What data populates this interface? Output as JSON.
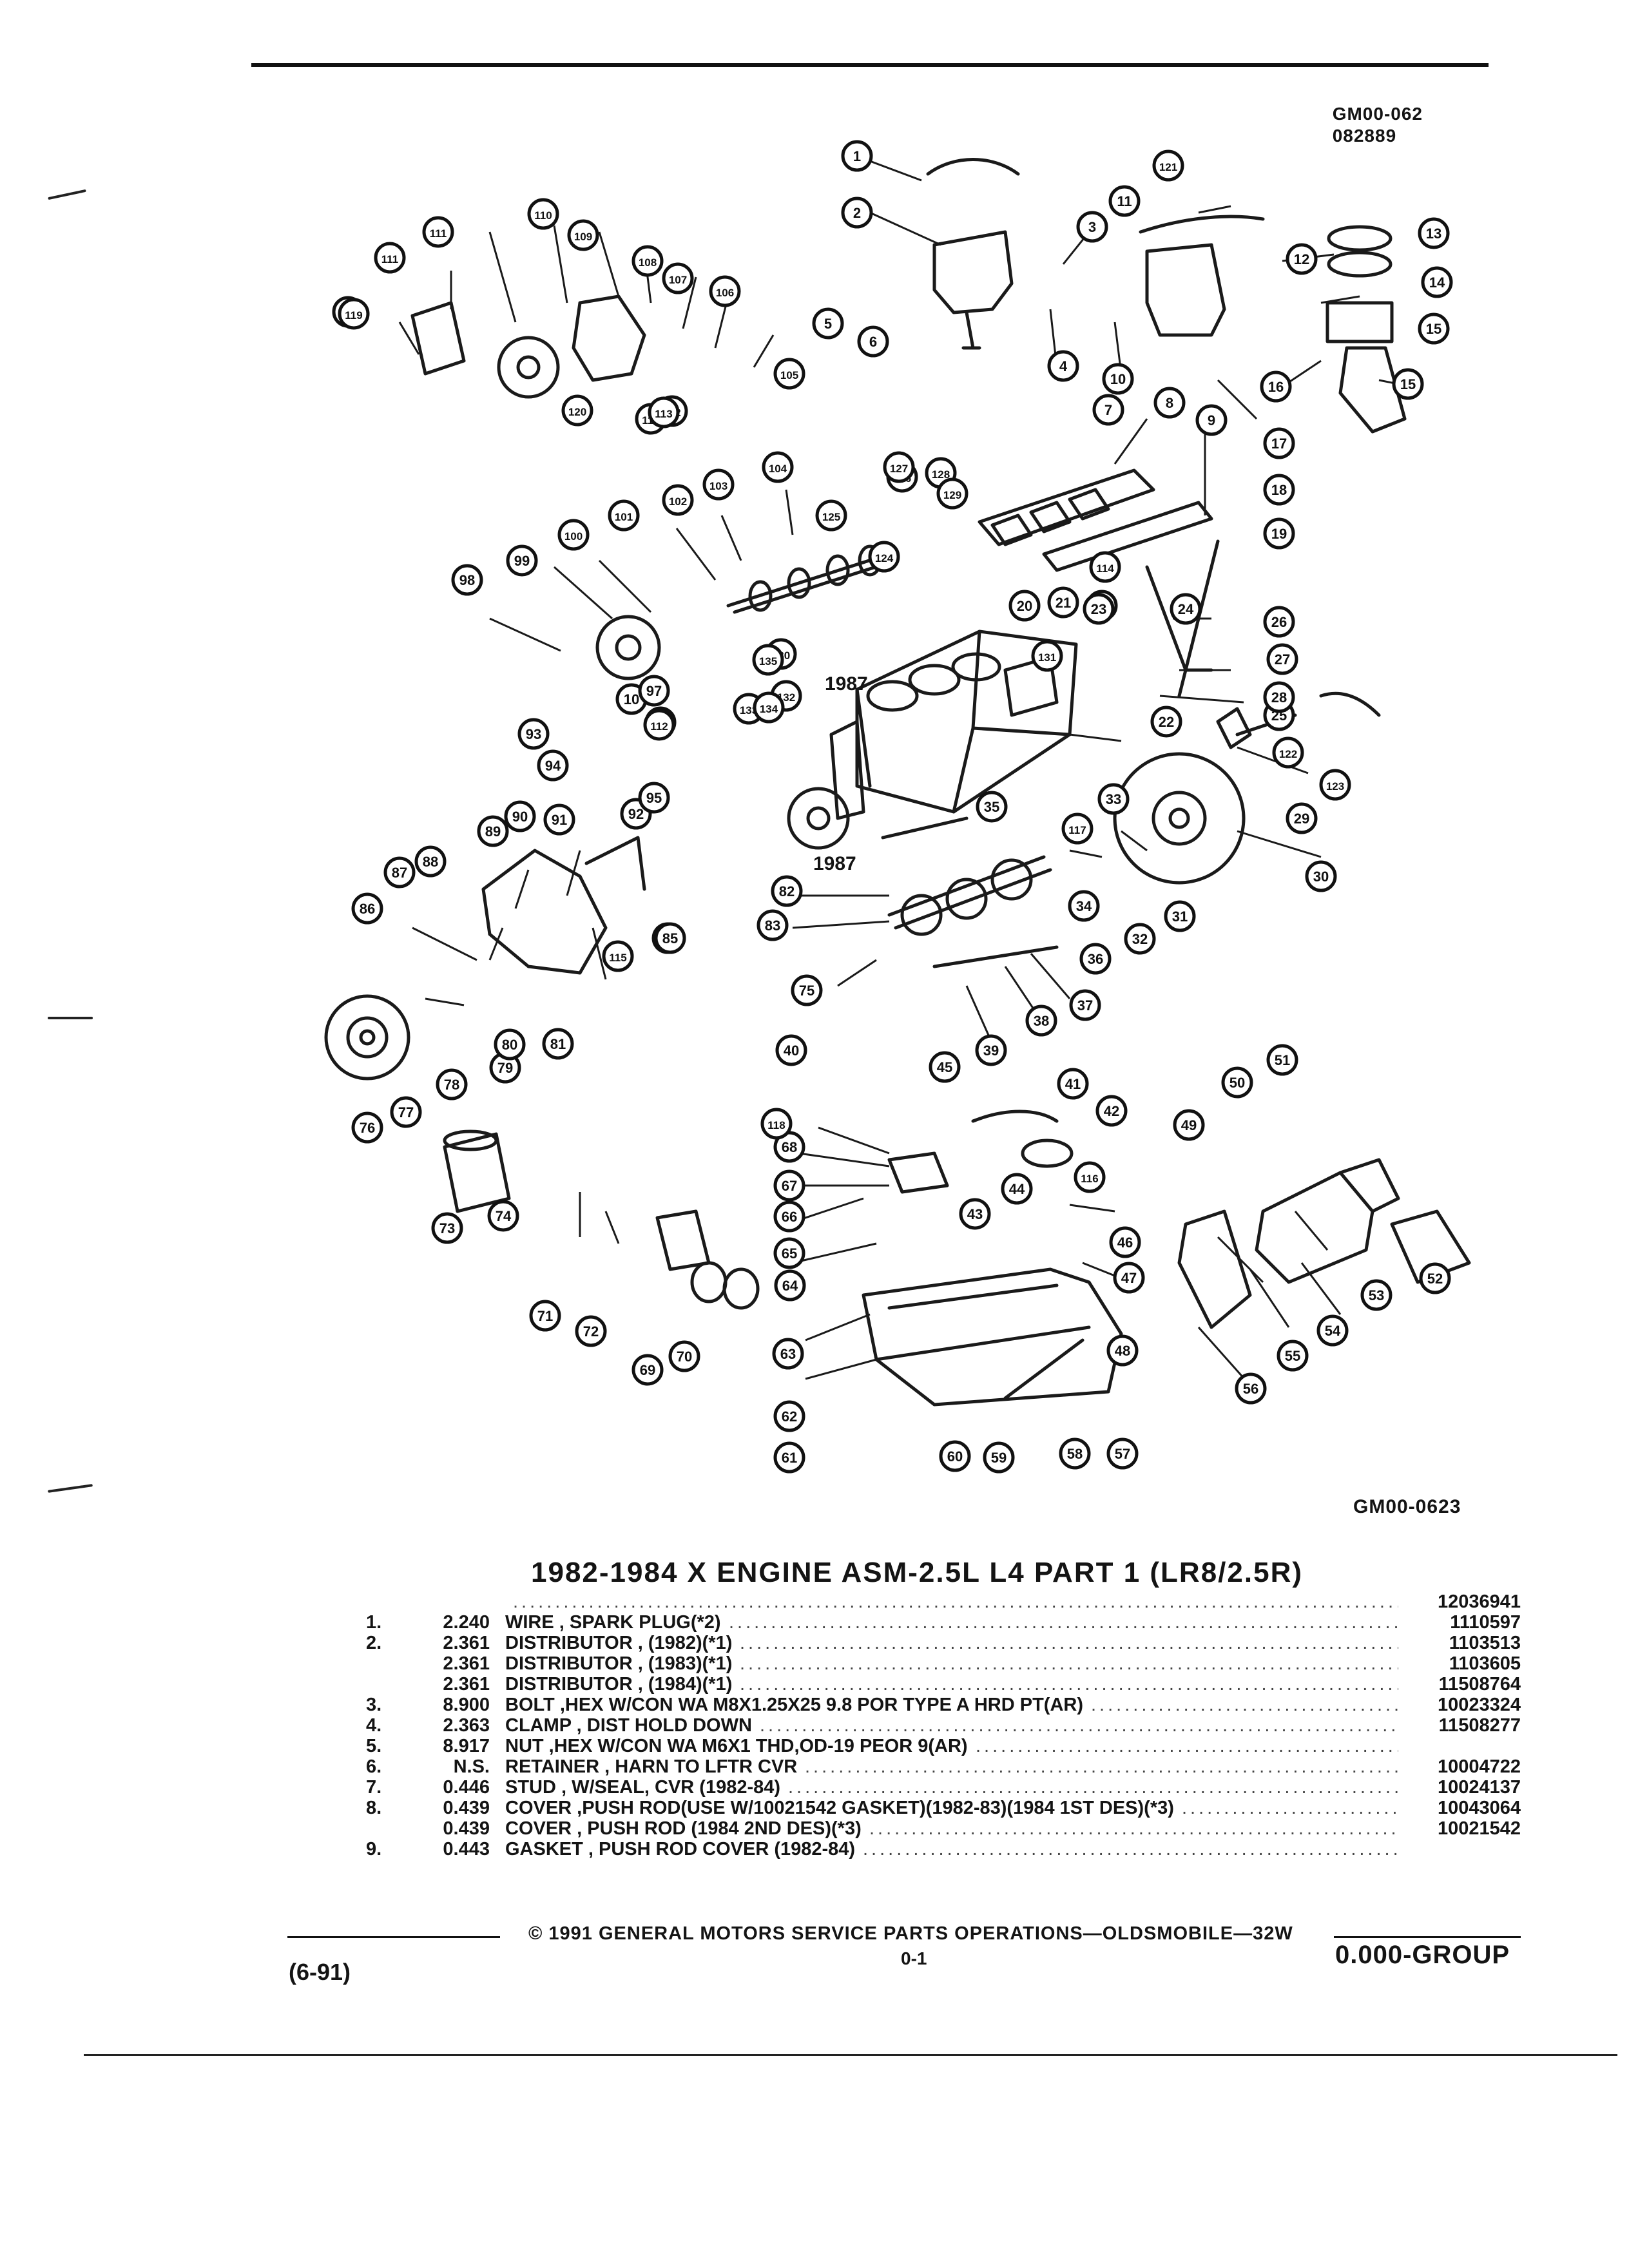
{
  "header": {
    "code_line1": "GM00-062",
    "code_line2": "082889"
  },
  "diagram": {
    "year_label_1": "1987",
    "year_label_2": "1987",
    "callouts": [
      "1",
      "2",
      "3",
      "4",
      "5",
      "6",
      "7",
      "8",
      "9",
      "10",
      "10",
      "11",
      "12",
      "13",
      "14",
      "15",
      "15",
      "16",
      "17",
      "18",
      "19",
      "20",
      "21",
      "21",
      "22",
      "23",
      "24",
      "25",
      "26",
      "27",
      "28",
      "29",
      "30",
      "31",
      "32",
      "33",
      "34",
      "35",
      "36",
      "37",
      "38",
      "39",
      "40",
      "41",
      "42",
      "43",
      "44",
      "45",
      "46",
      "47",
      "48",
      "49",
      "50",
      "51",
      "52",
      "53",
      "54",
      "55",
      "56",
      "57",
      "58",
      "59",
      "60",
      "61",
      "62",
      "63",
      "64",
      "65",
      "66",
      "67",
      "68",
      "69",
      "70",
      "71",
      "72",
      "73",
      "74",
      "75",
      "76",
      "77",
      "78",
      "79",
      "80",
      "81",
      "82",
      "83",
      "84",
      "85",
      "86",
      "87",
      "88",
      "89",
      "90",
      "91",
      "92",
      "93",
      "94",
      "95",
      "96",
      "97",
      "98",
      "99",
      "100",
      "101",
      "102",
      "103",
      "104",
      "105",
      "106",
      "107",
      "108",
      "109",
      "110",
      "111",
      "111",
      "112",
      "112",
      "112",
      "112",
      "113",
      "114",
      "115",
      "116",
      "117",
      "118",
      "119",
      "120",
      "121",
      "122",
      "123",
      "124",
      "125",
      "126",
      "127",
      "128",
      "129",
      "130",
      "131",
      "132",
      "133",
      "134",
      "135"
    ],
    "figure_code": "GM00-0623"
  },
  "title": "1982-1984 X ENGINE ASM-2.5L L4 PART 1 (LR8/2.5R)",
  "parts": [
    {
      "no": "",
      "qty": "",
      "desc": "",
      "pn": "12036941"
    },
    {
      "no": "1.",
      "qty": "2.240",
      "desc": "WIRE , SPARK PLUG(*2)",
      "pn": "1110597"
    },
    {
      "no": "2.",
      "qty": "2.361",
      "desc": "DISTRIBUTOR , (1982)(*1)",
      "pn": "1103513"
    },
    {
      "no": "",
      "qty": "2.361",
      "desc": "DISTRIBUTOR , (1983)(*1)",
      "pn": "1103605"
    },
    {
      "no": "",
      "qty": "2.361",
      "desc": "DISTRIBUTOR , (1984)(*1)",
      "pn": "11508764"
    },
    {
      "no": "3.",
      "qty": "8.900",
      "desc": "BOLT ,HEX W/CON WA M8X1.25X25 9.8 POR TYPE A HRD PT(AR)",
      "pn": "10023324"
    },
    {
      "no": "4.",
      "qty": "2.363",
      "desc": "CLAMP , DIST HOLD DOWN",
      "pn": "11508277"
    },
    {
      "no": "5.",
      "qty": "8.917",
      "desc": "NUT ,HEX W/CON WA M6X1 THD,OD-19 PEOR 9(AR)",
      "pn": ""
    },
    {
      "no": "6.",
      "qty": "N.S.",
      "desc": "RETAINER , HARN TO LFTR CVR",
      "pn": "10004722"
    },
    {
      "no": "7.",
      "qty": "0.446",
      "desc": "STUD , W/SEAL, CVR (1982-84)",
      "pn": "10024137"
    },
    {
      "no": "8.",
      "qty": "0.439",
      "desc": "COVER ,PUSH ROD(USE W/10021542 GASKET)(1982-83)(1984 1ST DES)(*3)",
      "pn": "10043064"
    },
    {
      "no": "",
      "qty": "0.439",
      "desc": "COVER , PUSH ROD (1984 2ND DES)(*3)",
      "pn": "10021542"
    },
    {
      "no": "9.",
      "qty": "0.443",
      "desc": "GASKET , PUSH ROD COVER (1982-84)",
      "pn": ""
    }
  ],
  "footer": {
    "copyright": "© 1991 GENERAL MOTORS SERVICE PARTS OPERATIONS—OLDSMOBILE—32W",
    "page": "0-1",
    "date_code": "(6-91)",
    "group": "0.000-GROUP"
  }
}
